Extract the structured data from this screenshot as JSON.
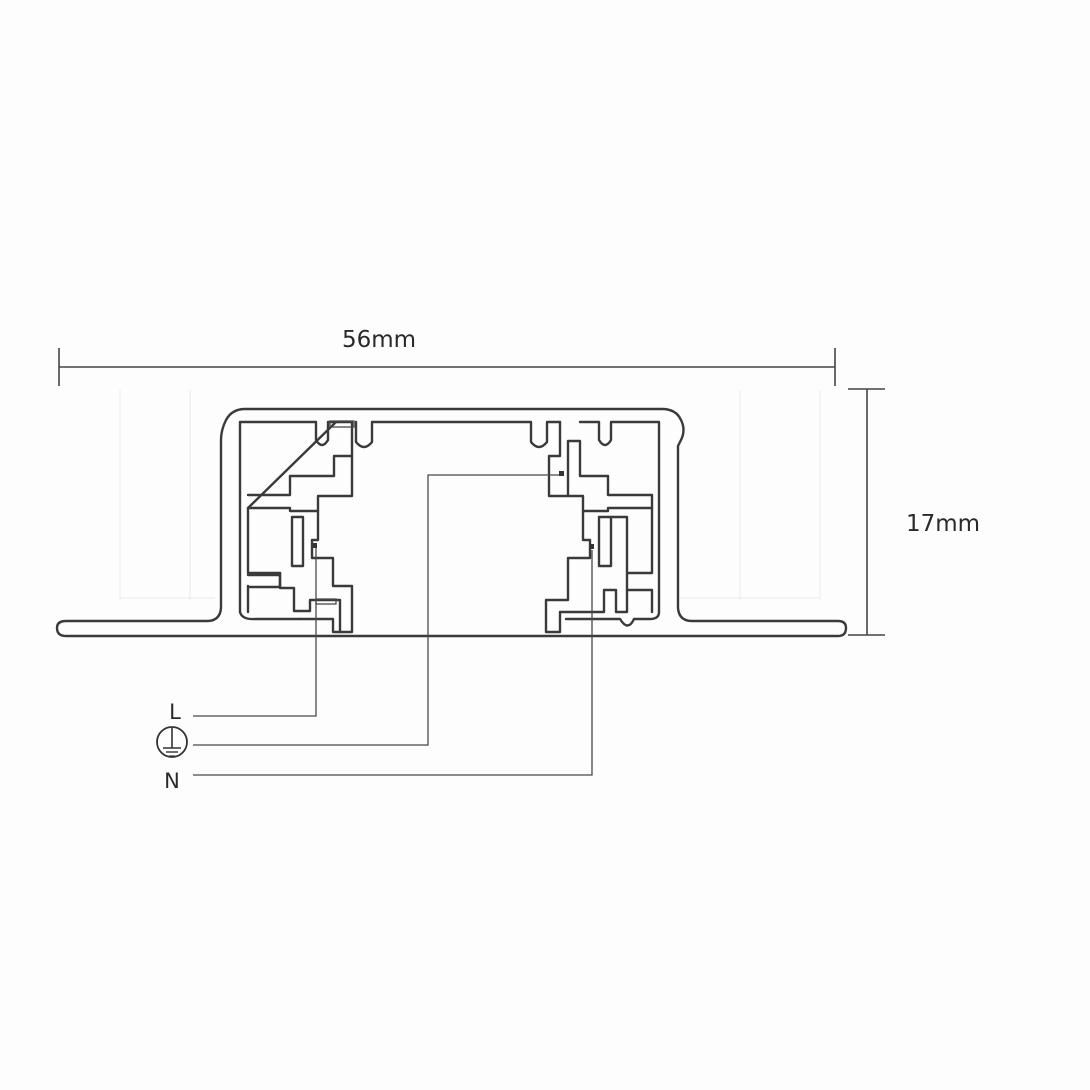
{
  "dimensions": {
    "width_label": "56mm",
    "height_label": "17mm"
  },
  "terminals": {
    "live": "L",
    "earth_icon": "earth-ground-icon",
    "neutral": "N"
  }
}
